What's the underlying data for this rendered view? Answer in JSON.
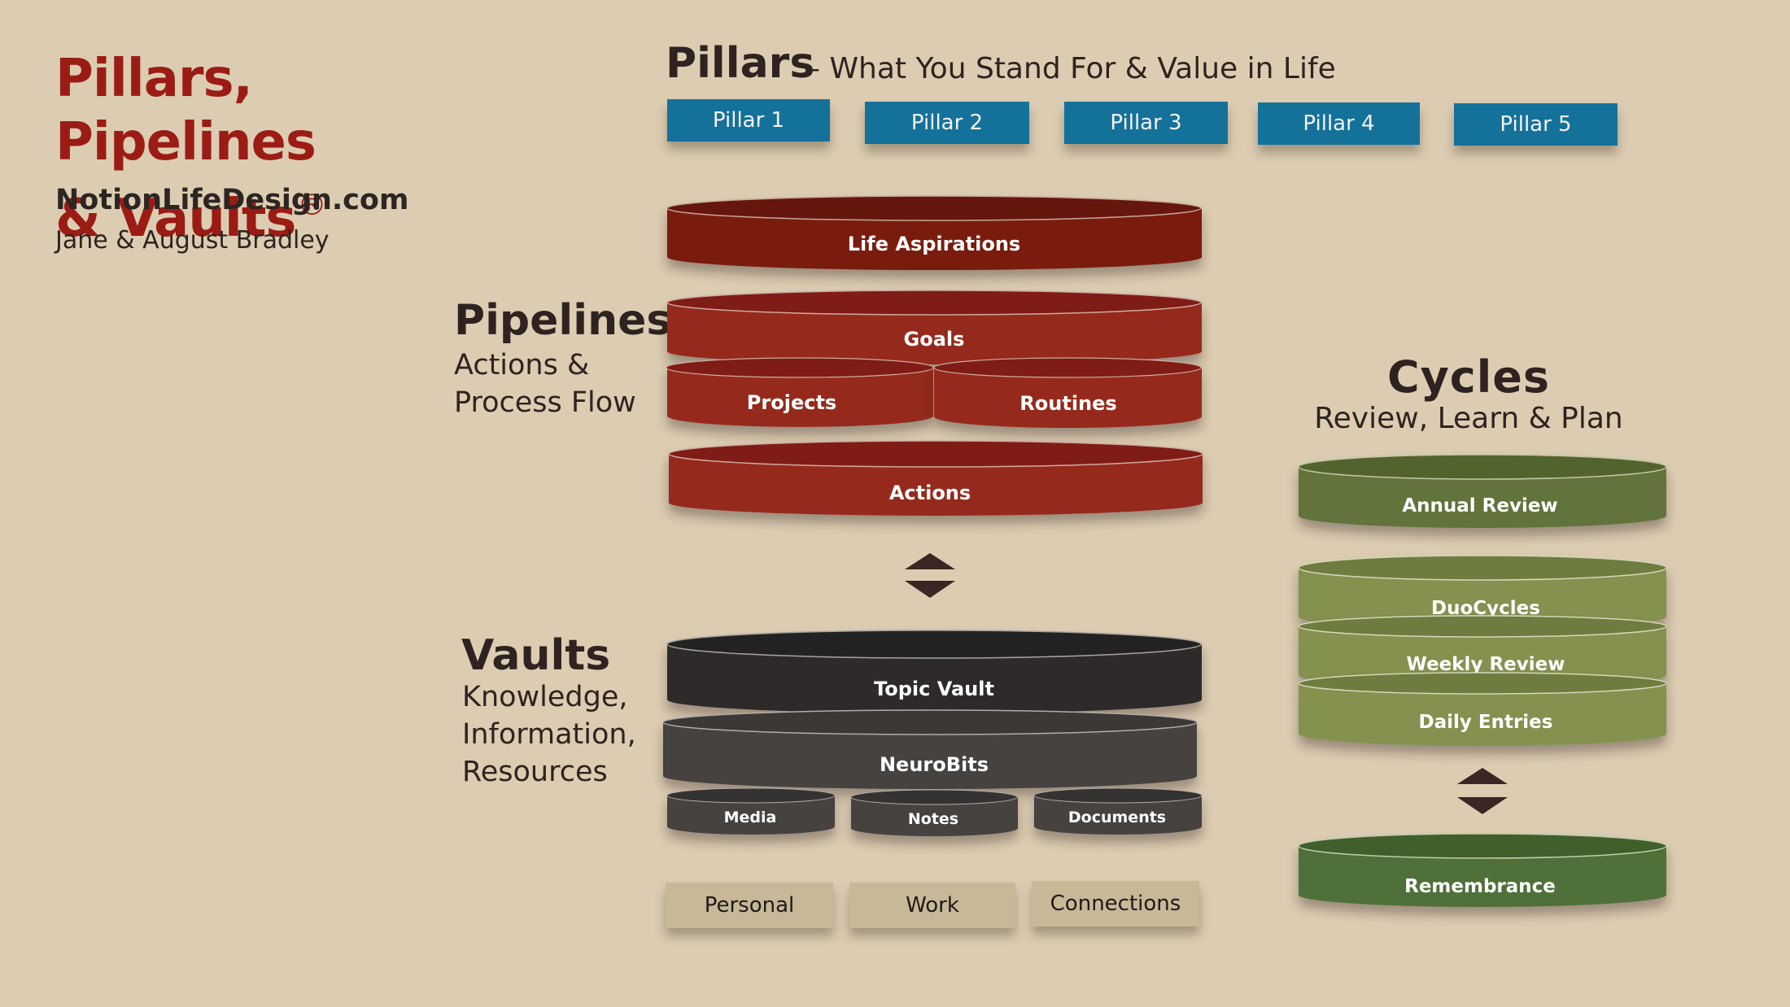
{
  "header": {
    "title_line1": "Pillars, Pipelines",
    "title_line2": "& Vaults",
    "title_mark": "®",
    "site": "NotionLifeDesign.com",
    "authors": "Jane & August Bradley"
  },
  "pillars": {
    "title": "Pillars",
    "subtitle": "– What You Stand For & Value in Life",
    "items": [
      "Pillar 1",
      "Pillar 2",
      "Pillar 3",
      "Pillar 4",
      "Pillar 5"
    ]
  },
  "pipelines": {
    "title": "Pipelines",
    "subtitle_line1": "Actions &",
    "subtitle_line2": "Process Flow",
    "life_aspirations": "Life Aspirations",
    "goals": "Goals",
    "projects": "Projects",
    "routines": "Routines",
    "actions": "Actions"
  },
  "vaults": {
    "title": "Vaults",
    "subtitle_line1": "Knowledge,",
    "subtitle_line2": "Information,",
    "subtitle_line3": "Resources",
    "topic_vault": "Topic Vault",
    "neurobits": "NeuroBits",
    "media": "Media",
    "notes": "Notes",
    "documents": "Documents",
    "tags": [
      "Personal",
      "Work",
      "Connections"
    ]
  },
  "cycles": {
    "title": "Cycles",
    "subtitle": "Review, Learn & Plan",
    "annual_review": "Annual Review",
    "duocycles": "DuoCycles",
    "weekly_review": "Weekly Review",
    "daily_entries": "Daily Entries",
    "remembrance": "Remembrance"
  },
  "colors": {
    "background": "#dccdb2",
    "title_red": "#9b1c14",
    "pillar_blue": "#14719a",
    "aspiration_red": "#7a1a10",
    "pipeline_red": "#952b1f",
    "vault_dark": "#2f2b29",
    "vault_mid": "#45423f",
    "cycle_olive": "#62733a",
    "cycle_light": "#849150",
    "cycle_green": "#4f7038",
    "tag_tan": "#c7b898"
  }
}
